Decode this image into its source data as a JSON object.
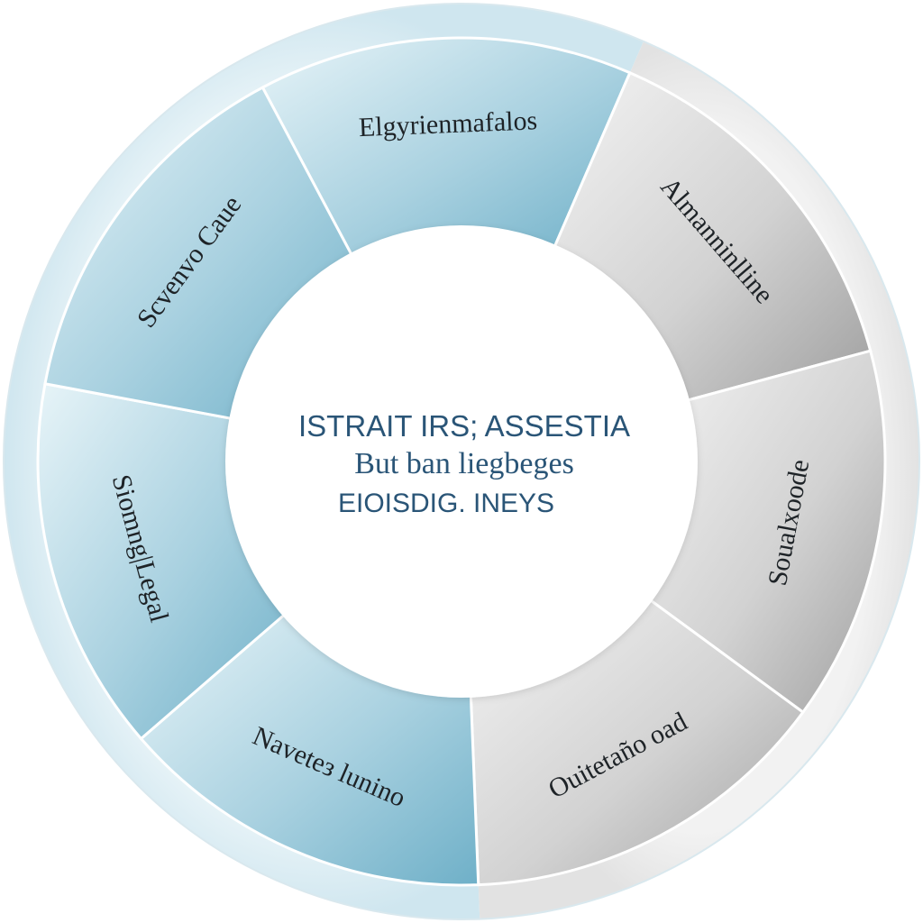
{
  "center": {
    "lines": [
      "ISTRAIT IRS; ASSESTIA",
      "But ban liegbeges",
      "EIOISDIG. INEYS"
    ]
  },
  "segments": [
    {
      "label": "Elgyrienmafalos",
      "tone": "blue"
    },
    {
      "label": "Almanninlline",
      "tone": "gray"
    },
    {
      "label": "Soualxoode",
      "tone": "gray"
    },
    {
      "label": "Ouitetaño oad",
      "tone": "gray"
    },
    {
      "label": "Naveteз lunino",
      "tone": "blue"
    },
    {
      "label": "Siomng|Legal",
      "tone": "blue"
    },
    {
      "label": "Scvenvo Caue",
      "tone": "blue"
    }
  ],
  "colors": {
    "blue_light": "#dbeef4",
    "blue_mid": "#a9d1e0",
    "blue_dark": "#6fb0c8",
    "gray_light": "#f1f1f1",
    "gray_mid": "#cfcfcf",
    "gray_dark": "#9a9a9a",
    "outer_ring_blue": "#d6eaf2",
    "outer_ring_gray": "#ececec",
    "center_text": "#2a5577"
  }
}
